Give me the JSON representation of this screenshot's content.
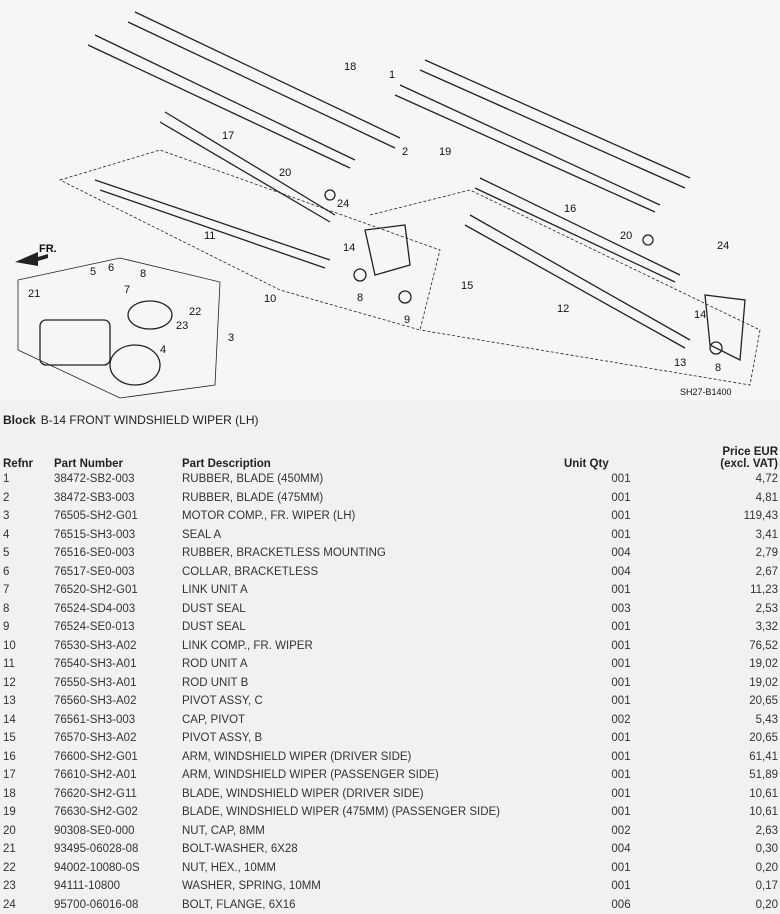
{
  "diagram": {
    "code": "SH27-B1400",
    "direction_label": "FR.",
    "callouts": [
      "18",
      "1",
      "2",
      "19",
      "17",
      "20",
      "24",
      "11",
      "14",
      "8",
      "5",
      "6",
      "7",
      "21",
      "22",
      "23",
      "4",
      "3",
      "10",
      "8",
      "9",
      "15",
      "12",
      "16",
      "20",
      "24",
      "14",
      "13",
      "8"
    ]
  },
  "block": {
    "label": "Block",
    "title": "B-14 FRONT WINDSHIELD WIPER (LH)"
  },
  "table": {
    "headers": {
      "refnr": "Refnr",
      "part_number": "Part Number",
      "description": "Part Description",
      "qty": "Unit Qty",
      "price_line1": "Price EUR",
      "price_line2": "(excl. VAT)"
    },
    "rows": [
      [
        "1",
        "38472-SB2-003",
        "RUBBER, BLADE (450MM)",
        "001",
        "4,72"
      ],
      [
        "2",
        "38472-SB3-003",
        "RUBBER, BLADE (475MM)",
        "001",
        "4,81"
      ],
      [
        "3",
        "76505-SH2-G01",
        "MOTOR COMP., FR. WIPER (LH)",
        "001",
        "119,43"
      ],
      [
        "4",
        "76515-SH3-003",
        "SEAL A",
        "001",
        "3,41"
      ],
      [
        "5",
        "76516-SE0-003",
        "RUBBER, BRACKETLESS MOUNTING",
        "004",
        "2,79"
      ],
      [
        "6",
        "76517-SE0-003",
        "COLLAR, BRACKETLESS",
        "004",
        "2,67"
      ],
      [
        "7",
        "76520-SH2-G01",
        "LINK UNIT A",
        "001",
        "11,23"
      ],
      [
        "8",
        "76524-SD4-003",
        "DUST SEAL",
        "003",
        "2,53"
      ],
      [
        "9",
        "76524-SE0-013",
        "DUST SEAL",
        "001",
        "3,32"
      ],
      [
        "10",
        "76530-SH3-A02",
        "LINK COMP., FR. WIPER",
        "001",
        "76,52"
      ],
      [
        "11",
        "76540-SH3-A01",
        "ROD UNIT A",
        "001",
        "19,02"
      ],
      [
        "12",
        "76550-SH3-A01",
        "ROD UNIT B",
        "001",
        "19,02"
      ],
      [
        "13",
        "76560-SH3-A02",
        "PIVOT ASSY, C",
        "001",
        "20,65"
      ],
      [
        "14",
        "76561-SH3-003",
        "CAP, PIVOT",
        "002",
        "5,43"
      ],
      [
        "15",
        "76570-SH3-A02",
        "PIVOT ASSY, B",
        "001",
        "20,65"
      ],
      [
        "16",
        "76600-SH2-G01",
        "ARM, WINDSHIELD WIPER (DRIVER SIDE)",
        "001",
        "61,41"
      ],
      [
        "17",
        "76610-SH2-A01",
        "ARM, WINDSHIELD WIPER (PASSENGER SIDE)",
        "001",
        "51,89"
      ],
      [
        "18",
        "76620-SH2-G11",
        "BLADE, WINDSHIELD WIPER (DRIVER SIDE)",
        "001",
        "10,61"
      ],
      [
        "19",
        "76630-SH2-G02",
        "BLADE, WINDSHIELD WIPER (475MM) (PASSENGER SIDE)",
        "001",
        "10,61"
      ],
      [
        "20",
        "90308-SE0-000",
        "NUT, CAP, 8MM",
        "002",
        "2,63"
      ],
      [
        "21",
        "93495-06028-08",
        "BOLT-WASHER, 6X28",
        "004",
        "0,30"
      ],
      [
        "22",
        "94002-10080-0S",
        "NUT, HEX., 10MM",
        "001",
        "0,20"
      ],
      [
        "23",
        "94111-10800",
        "WASHER, SPRING, 10MM",
        "001",
        "0,17"
      ],
      [
        "24",
        "95700-06016-08",
        "BOLT, FLANGE, 6X16",
        "006",
        "0,20"
      ]
    ]
  }
}
